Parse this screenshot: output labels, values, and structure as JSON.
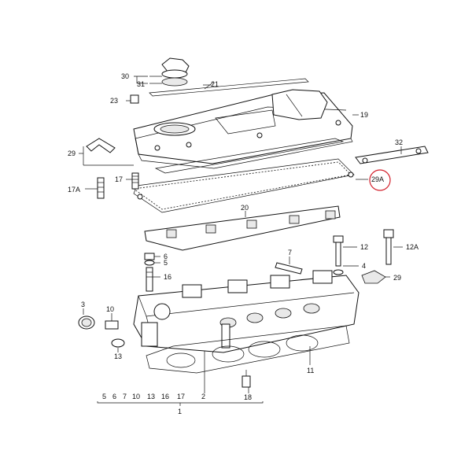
{
  "callouts": {
    "c1": "1",
    "c2": "2",
    "c3": "3",
    "c4": "4",
    "c5": "5",
    "c6": "6",
    "c7": "7",
    "c10": "10",
    "c11": "11",
    "c12": "12",
    "c12a": "12A",
    "c13": "13",
    "c16": "16",
    "c17": "17",
    "c17a": "17A",
    "c18": "18",
    "c19": "19",
    "c20": "20",
    "c21": "21",
    "c23": "23",
    "c29": "29",
    "c29b": "29",
    "c29a": "29A",
    "c30": "30",
    "c31": "31",
    "c32": "32"
  },
  "bottom_group": [
    "5",
    "6",
    "7",
    "10",
    "13",
    "16",
    "17"
  ],
  "highlight": {
    "label": "29A",
    "color": "#d21f2b"
  },
  "line_color": "#111111"
}
